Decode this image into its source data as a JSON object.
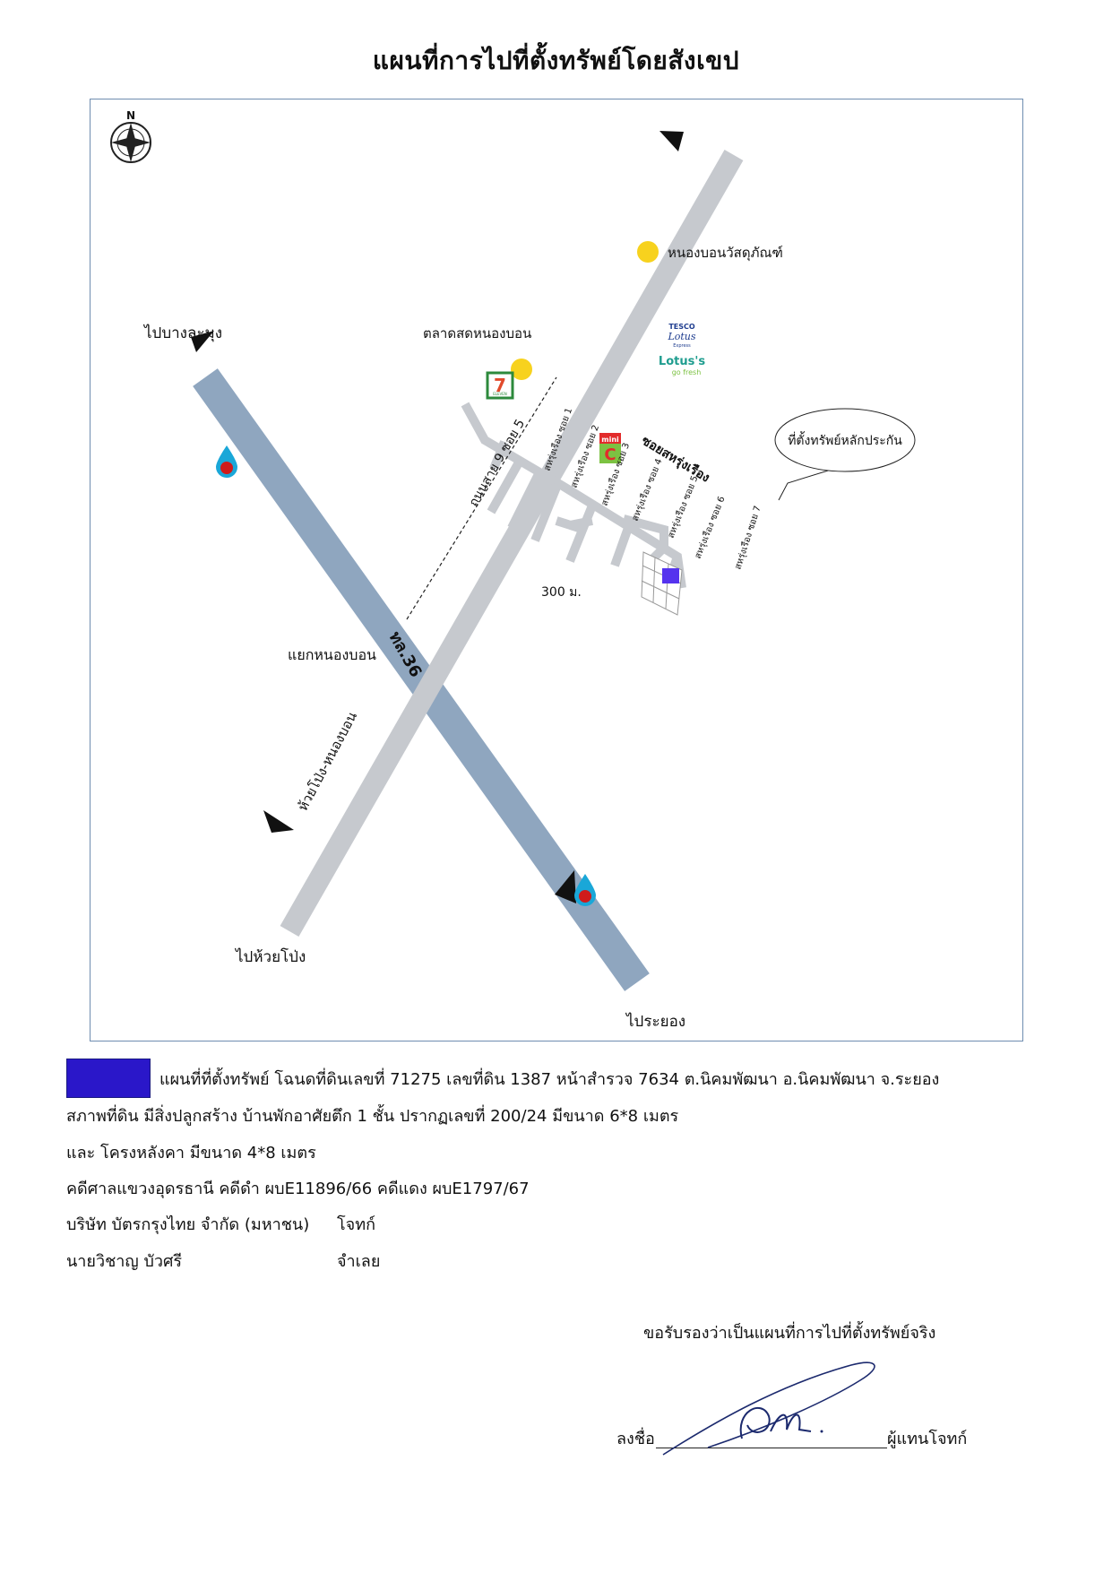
{
  "title": "แผนที่การไปที่ตั้งทรัพย์โดยสังเขป",
  "map": {
    "compass_letter": "N",
    "labels": {
      "to_bang_lamung": "ไปบางละมุง",
      "to_huai_pong": "ไปห้วยโป่ง",
      "to_rayong": "ไประยอง",
      "nong_bon_intersection": "แยกหนองบอน",
      "road_36": "ทล.36",
      "road_huai_pong_nong_bon": "ห้วยโป่ง-หนองบอน",
      "road_sai9_soi5": "ถนนสาย 9 ซอย 5",
      "nong_bon_market": "ตลาดสดหนองบอน",
      "nong_bon_material": "หนองบอนวัสดุภัณฑ์",
      "soi_main": "ซอยสหรุ่งเรือง",
      "distance": "300 ม.",
      "property_callout": "ที่ตั้งทรัพย์หลักประกัน",
      "soi_1": "สหรุ่งเรือง ซอย 1",
      "soi_2": "สหรุ่งเรือง ซอย 2",
      "soi_3": "สหรุ่งเรือง ซอย 3",
      "soi_4": "สหรุ่งเรือง ซอย 4",
      "soi_5": "สหรุ่งเรือง ซอย 5",
      "soi_6": "สหรุ่งเรือง ซอย 6",
      "soi_7": "สหรุ่งเรือง ซอย 7"
    },
    "logos": {
      "tesco_1": "TESCO",
      "tesco_2": "Lotus",
      "tesco_3": "Express",
      "lotuss_1": "Lotus's",
      "lotuss_2": "go fresh",
      "seven_eleven": "7",
      "seven_eleven_text": "ELEVEN",
      "mini_big_c_1": "mini",
      "mini_big_c_2": "C"
    },
    "colors": {
      "highway": "#8fa6bf",
      "local_road": "#c6c9ce",
      "landmark_dot": "#f7d21e",
      "property": "#5533ee",
      "legend_swatch": "#2a17c9",
      "frame": "#6f8db0"
    },
    "icons": [
      "compass-icon",
      "ptt-fuel-icon",
      "arrow-head-icon",
      "seven-eleven-logo",
      "mini-big-c-logo",
      "tesco-lotus-logo",
      "landmark-dot-icon"
    ]
  },
  "details": {
    "line1": "แผนที่ที่ตั้งทรัพย์ โฉนดที่ดินเลขที่  71275 เลขที่ดิน 1387 หน้าสำรวจ 7634  ต.นิคมพัฒนา อ.นิคมพัฒนา จ.ระยอง",
    "line2": "สภาพที่ดิน มีสิ่งปลูกสร้าง บ้านพักอาศัยตึก 1 ชั้น ปรากฏเลขที่ 200/24 มีขนาด 6*8 เมตร",
    "line3": "และ โครงหลังคา มีขนาด 4*8 เมตร",
    "line4": "คดีศาลแขวงอุดรธานี  คดีดำ ผบE11896/66  คดีแดง ผบE1797/67",
    "plaintiff_name": "บริษัท บัตรกรุงไทย จำกัด (มหาชน)",
    "plaintiff_role": "โจทก์",
    "defendant_name": "นายวิชาญ บัวศรี",
    "defendant_role": "จำเลย"
  },
  "certification": {
    "text": "ขอรับรองว่าเป็นแผนที่การไปที่ตั้งทรัพย์จริง",
    "sign_label": "ลงชื่อ",
    "sign_role": "ผู้แทนโจทก์"
  }
}
